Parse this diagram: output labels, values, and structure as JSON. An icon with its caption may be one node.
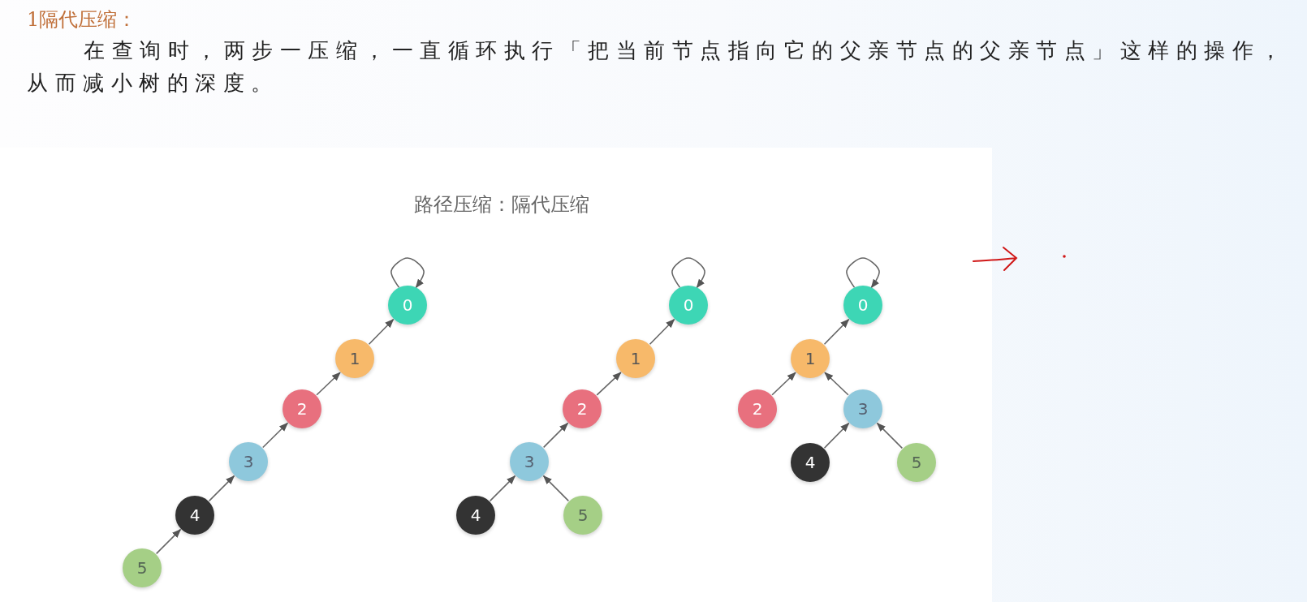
{
  "diagram": {
    "title": "1隔代压缩：",
    "nodes": [
      {
        "text": [
          "0"
        ]
      },
      {
        "text": [
          "1"
        ]
      },
      {
        "text": [
          "2"
        ]
      },
      {
        "text": [
          "3"
        ]
      },
      {
        "text": [
          "4"
        ]
      },
      {
        "text": [
          "5"
        ]
      },
      {
        "text": [
          "0"
        ]
      },
      {
        "text": [
          "1"
        ]
      },
      {
        "text": [
          "2"
        ]
      },
      {
        "text": [
          "3"
        ]
      },
      {
        "text": [
          "4"
        ]
      },
      {
        "text": [
          "5"
        ]
      },
      {
        "text": [
          "0"
        ]
      },
      {
        "text": [
          "1"
        ]
      },
      {
        "text": [
          "2"
        ]
      },
      {
        "text": [
          "3"
        ]
      },
      {
        "text": [
          "4"
        ]
      },
      {
        "text": [
          "5"
        ]
      }
    ],
    "edges": [
      {
        "from": 0,
        "to": 0,
        "arrow": "to"
      },
      {
        "from": 1,
        "to": 0,
        "arrow": "to"
      },
      {
        "from": 2,
        "to": 1,
        "arrow": "to"
      },
      {
        "from": 3,
        "to": 2,
        "arrow": "to"
      },
      {
        "from": 4,
        "to": 3,
        "arrow": "to"
      },
      {
        "from": 5,
        "to": 4,
        "arrow": "to"
      },
      {
        "from": 6,
        "to": 6,
        "arrow": "to"
      },
      {
        "from": 7,
        "to": 6,
        "arrow": "to"
      },
      {
        "from": 8,
        "to": 7,
        "arrow": "to"
      },
      {
        "from": 9,
        "to": 8,
        "arrow": "to"
      },
      {
        "from": 10,
        "to": 9,
        "arrow": "to"
      },
      {
        "from": 11,
        "to": 9,
        "arrow": "to"
      },
      {
        "from": 12,
        "to": 12,
        "arrow": "to"
      },
      {
        "from": 13,
        "to": 12,
        "arrow": "to"
      },
      {
        "from": 14,
        "to": 13,
        "arrow": "to"
      },
      {
        "from": 15,
        "to": 13,
        "arrow": "to"
      },
      {
        "from": 16,
        "to": 15,
        "arrow": "to"
      },
      {
        "from": 17,
        "to": 15,
        "arrow": "to"
      }
    ],
    "labels": [
      "在查询时，两步一压缩，一直循环执行「把当前节点指向它的父亲节点的父亲节点」这样的操作，从而减小树的深度。",
      "路径压缩：隔代压缩"
    ]
  }
}
